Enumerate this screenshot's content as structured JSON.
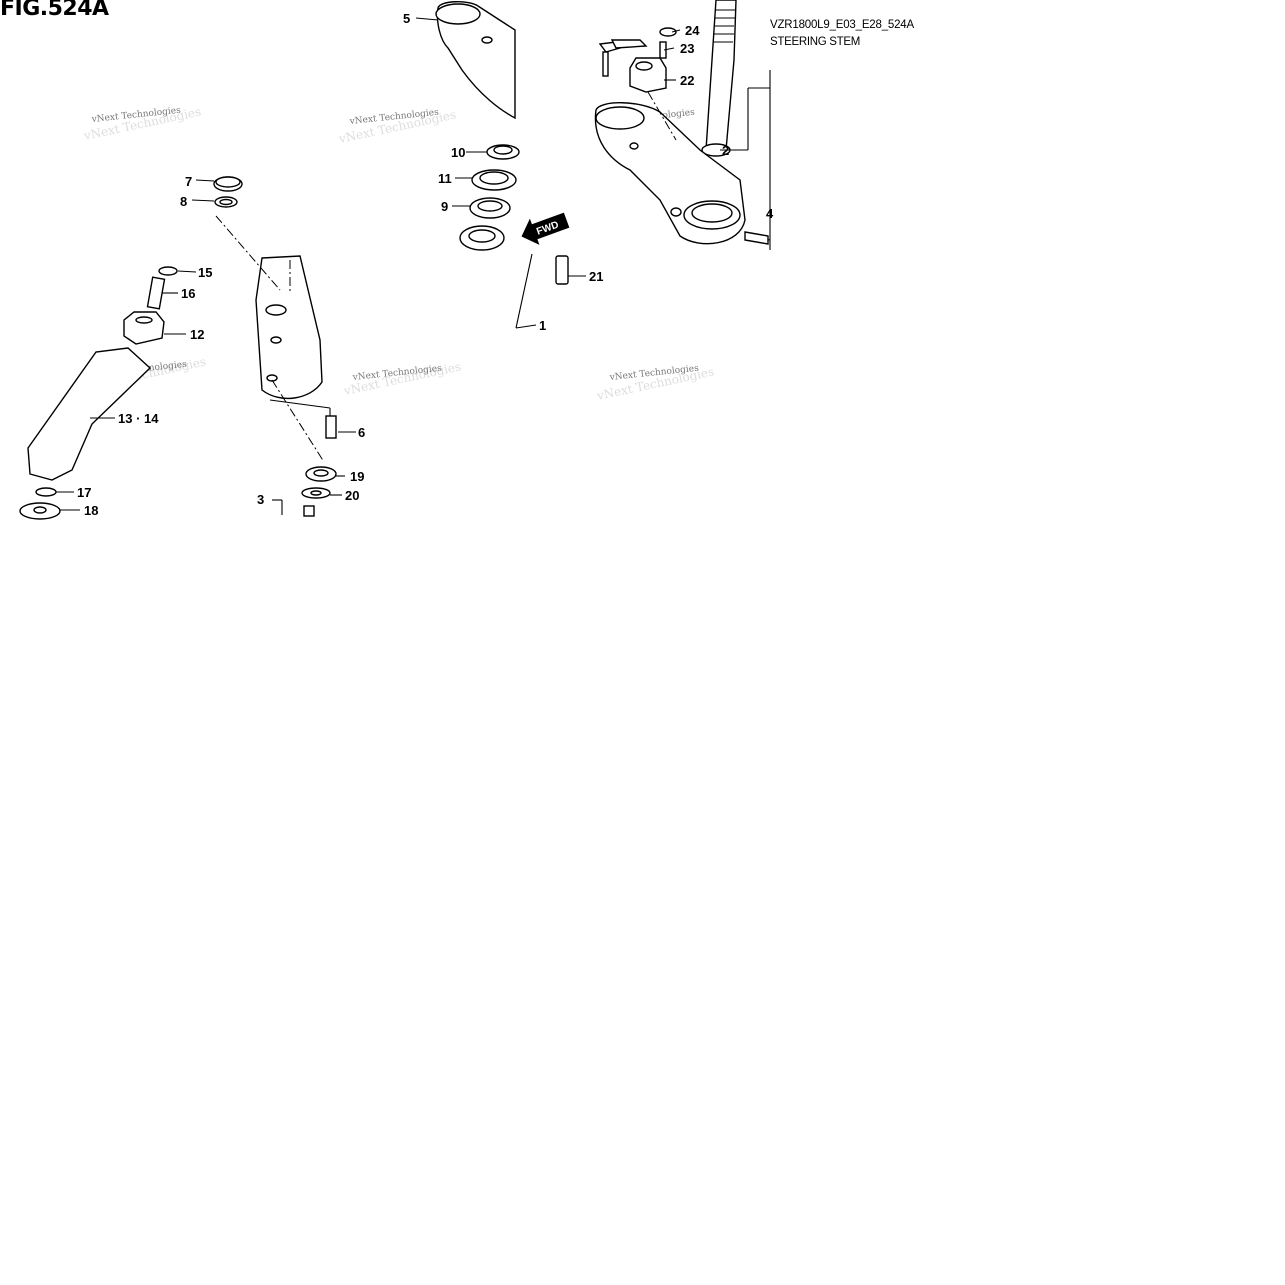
{
  "figure": {
    "title": "FIG.524A",
    "model_code": "VZR1800L9_E03_E28_524A",
    "section_name": "STEERING STEM"
  },
  "direction_arrow": "FWD",
  "watermark": "vNext Technologies",
  "callouts": {
    "c1": "1",
    "c2": "2",
    "c3": "3",
    "c4": "4",
    "c5": "5",
    "c6": "6",
    "c7": "7",
    "c8": "8",
    "c9": "9",
    "c10": "10",
    "c11": "11",
    "c12": "12",
    "c13": "13 · 14",
    "c15": "15",
    "c16": "16",
    "c17": "17",
    "c18": "18",
    "c19": "19",
    "c20": "20",
    "c21": "21",
    "c22": "22",
    "c23": "23",
    "c24": "24"
  }
}
